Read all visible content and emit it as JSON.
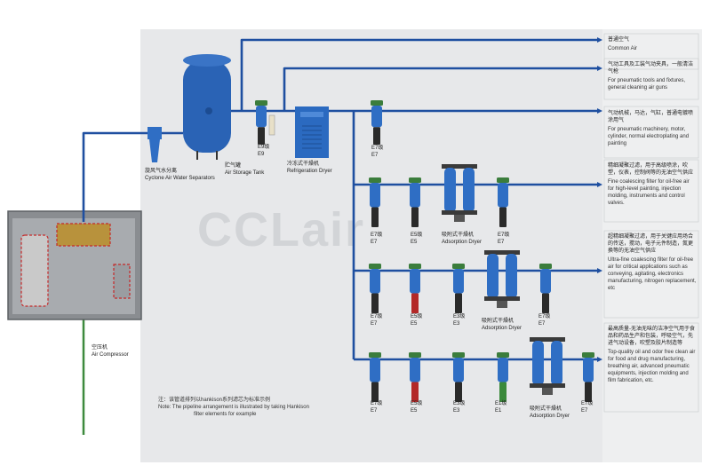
{
  "watermark": "CCLair",
  "outputs": [
    {
      "cn": "普通空气",
      "en": "Common Air"
    },
    {
      "cn": "气动工具及工装气动夹具，一般清洁气枪",
      "en": "For pneumatic tools and fixtures, general cleaning air guns"
    },
    {
      "cn": "气动机械，马达，气缸，普通电镀喷涂用气",
      "en": "For pneumatic machinery, motor, cylinder, normal electroplating and painting"
    },
    {
      "cn": "精细凝聚过滤，用于高级喷涂，吹塑，仪表，控制阀等的无油空气供应",
      "en": "Fine coalescing filter for oil-free air for high-level painting, injection molding, instruments and control valves."
    },
    {
      "cn": "超精细凝聚过滤，用于关键应用场合的传送，搅动，电子元件制造，氮更换等的无油空气供应",
      "en": "Ultra-fine coalescing filter for oil-free air for critical applications such as conveying, agitating, electronics manufacturing, nitrogen replacement, etc"
    },
    {
      "cn": "最高质量-无油无味的洁净空气用于食品和药品生产和包装，呼吸空气，先进气动设备，吹塑及胶片制造等",
      "en": "Top-quality oil and odor free clean air for food and drug manufacturing, breathing air, advanced pneumatic equipments, injection molding and film fabrication, etc."
    }
  ],
  "equipment": {
    "compressor": {
      "cn": "空压机",
      "en": "Air Compressor"
    },
    "cyclone": {
      "cn": "旋风气水分离",
      "en": "Cyclone Air Water Separators"
    },
    "tank": {
      "cn": "贮气罐",
      "en": "Air Storage Tank"
    },
    "e9": {
      "cn": "E9级",
      "en": "E9"
    },
    "refdryer": {
      "cn": "冷冻式干燥机",
      "en": "Refrigeration Dryer"
    }
  },
  "rows": [
    {
      "filters": [
        {
          "cn": "E7级",
          "en": "E7"
        }
      ]
    },
    {
      "filters": [
        {
          "cn": "E7级",
          "en": "E7"
        },
        {
          "cn": "E5级",
          "en": "E5"
        },
        {
          "cn": "E7级",
          "en": "E7"
        }
      ],
      "dryer": {
        "cn": "吸附式干燥机",
        "en": "Adsorption Dryer"
      }
    },
    {
      "filters": [
        {
          "cn": "E7级",
          "en": "E7"
        },
        {
          "cn": "E5级",
          "en": "E5"
        },
        {
          "cn": "E3级",
          "en": "E3"
        },
        {
          "cn": "E7级",
          "en": "E7"
        }
      ],
      "dryer": {
        "cn": "吸附式干燥机",
        "en": "Adsorption Dryer"
      }
    },
    {
      "filters": [
        {
          "cn": "E7级",
          "en": "E7"
        },
        {
          "cn": "E5级",
          "en": "E5"
        },
        {
          "cn": "E3级",
          "en": "E3"
        },
        {
          "cn": "E1级",
          "en": "E1"
        },
        {
          "cn": "E7级",
          "en": "E7"
        }
      ],
      "dryer": {
        "cn": "吸附式干燥机",
        "en": "Adsorption Dryer"
      }
    }
  ],
  "note": {
    "cn": "注：该管道排列以hankison系列滤芯为标准示例",
    "en1": "Note: The pipeline arrangement is illustrated by taking Hankison",
    "en2": "filter elements for example"
  },
  "colors": {
    "pipe": "#1f4fa0",
    "filter_body": "#2f6ec4",
    "filter_cap": "#3b7d3c",
    "tank": "#2a63b5",
    "green_line": "#3d8a3d",
    "panel": "#e7e8ea"
  }
}
